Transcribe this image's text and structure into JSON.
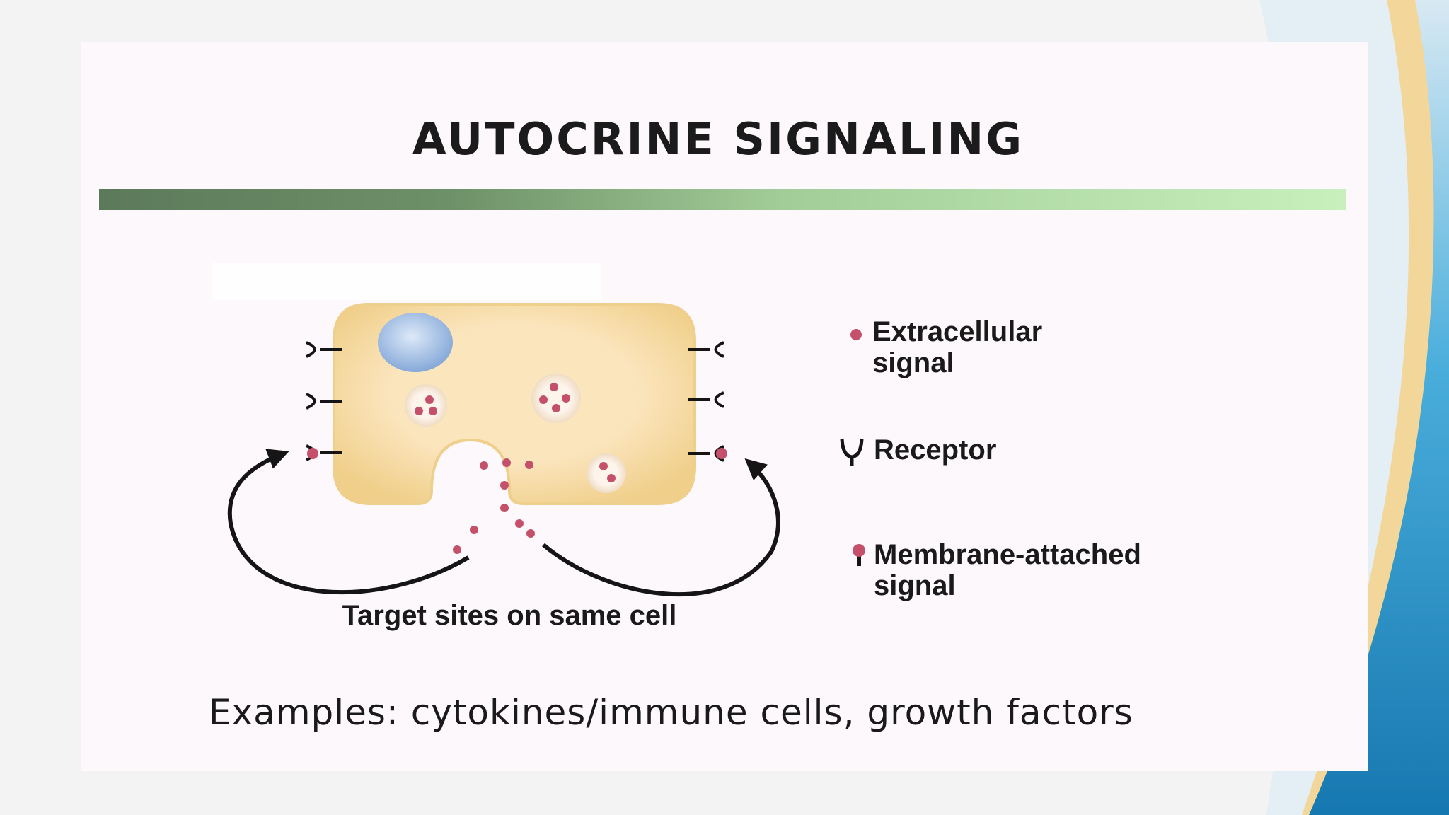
{
  "slide": {
    "title": "AUTOCRINE SIGNALING",
    "caption": "Target sites on same cell",
    "examples": "Examples: cytokines/immune cells, growth factors"
  },
  "legend": {
    "extracellular_signal": "Extracellular\nsignal",
    "receptor": "Receptor",
    "membrane_attached_signal": "Membrane-attached\nsignal"
  },
  "colors": {
    "cell_fill": "#fbe5bd",
    "cell_edge": "#f0cf8a",
    "nucleus": "#a9c4e8",
    "signal": "#c4506a",
    "bar_dark": "#5c7a5a",
    "bar_light": "#c8f0bd"
  },
  "icons": {
    "extracellular_signal": "dot-icon",
    "receptor": "y-receptor-icon",
    "membrane_attached_signal": "pin-signal-icon"
  }
}
